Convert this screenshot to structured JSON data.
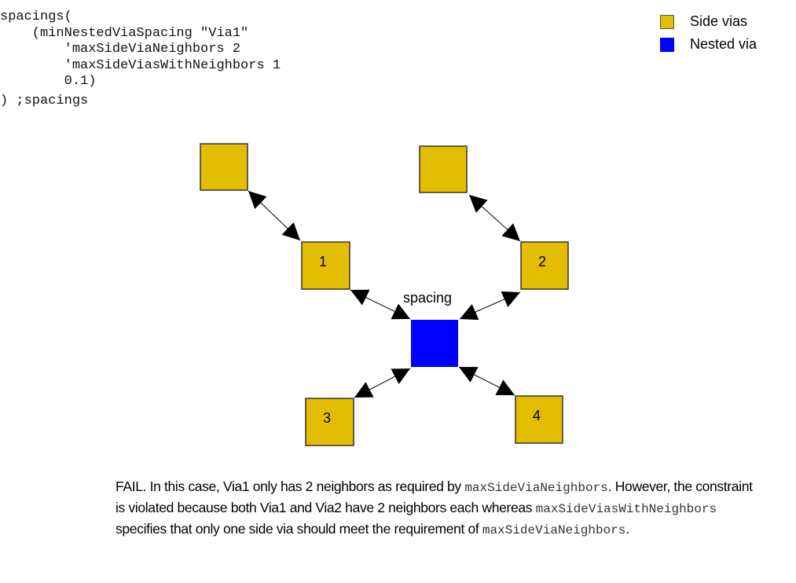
{
  "code": {
    "lines": [
      "spacings(",
      "    (minNestedViaSpacing \"Via1\"",
      "        'maxSideViaNeighbors 2",
      "        'maxSideViasWithNeighbors 1",
      "        0.1)",
      ") ;spacings"
    ]
  },
  "legend": {
    "items": [
      {
        "label": "Side vias",
        "color": "#e3bd00"
      },
      {
        "label": "Nested via",
        "color": "#0000ff"
      }
    ]
  },
  "diagram": {
    "spacing_label": "spacing",
    "colors": {
      "side_via": "#e3bd00",
      "nested_via": "#0000ff",
      "arrow": "#000000"
    },
    "vias": [
      {
        "id": "tl",
        "label": "",
        "type": "side"
      },
      {
        "id": "tr",
        "label": "",
        "type": "side"
      },
      {
        "id": "v1",
        "label": "1",
        "type": "side"
      },
      {
        "id": "v2",
        "label": "2",
        "type": "side"
      },
      {
        "id": "nested",
        "label": "",
        "type": "nested"
      },
      {
        "id": "v3",
        "label": "3",
        "type": "side"
      },
      {
        "id": "v4",
        "label": "4",
        "type": "side"
      }
    ],
    "arrows": [
      {
        "from": "tl",
        "to": "v1"
      },
      {
        "from": "tr",
        "to": "v2"
      },
      {
        "from": "v1",
        "to": "nested"
      },
      {
        "from": "v2",
        "to": "nested"
      },
      {
        "from": "v3",
        "to": "nested"
      },
      {
        "from": "v4",
        "to": "nested"
      }
    ]
  },
  "caption": {
    "parts": [
      {
        "t": "FAIL. In this case, Via1 only has 2 neighbors as required by ",
        "mono": false
      },
      {
        "t": "maxSideViaNeighbors",
        "mono": true
      },
      {
        "t": ". However, the constraint is violated because both Via1 and Via2 have 2 neighbors each whereas ",
        "mono": false
      },
      {
        "t": "maxSideViasWithNeighbors",
        "mono": true
      },
      {
        "t": " specifies that only one side via should meet the requirement of ",
        "mono": false
      },
      {
        "t": "maxSideViaNeighbors",
        "mono": true
      },
      {
        "t": ".",
        "mono": false
      }
    ]
  }
}
